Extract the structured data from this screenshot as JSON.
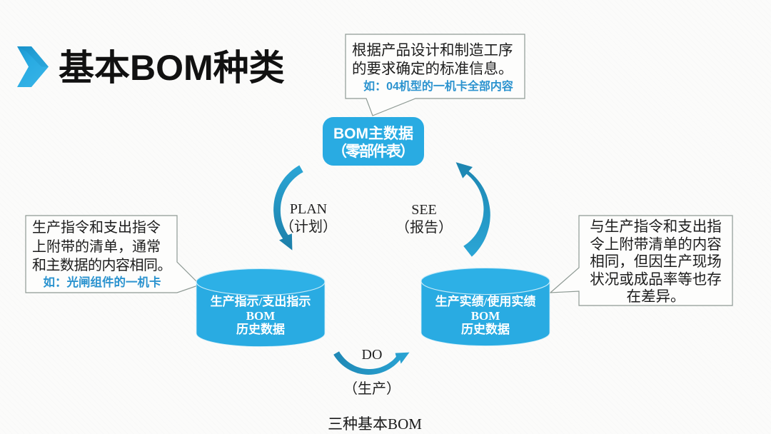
{
  "slide": {
    "title": "基本BOM种类",
    "caption": "三种基本BOM"
  },
  "colors": {
    "accent_blue": "#29abe2",
    "arrow_blue": "#2196c8",
    "callout_border": "#8e9a94",
    "example_text_blue": "#2b93cf",
    "text_black": "#1c1c1c"
  },
  "top_callout": {
    "line1": "根据产品设计和制造工序",
    "line2": "的要求确定的标准信息。",
    "example": "如：04机型的一机卡全部内容"
  },
  "master_box": {
    "line1": "BOM主数据",
    "line2": "（零部件表）"
  },
  "cycle": {
    "plan_en": "PLAN",
    "plan_zh": "（计划）",
    "see_en": "SEE",
    "see_zh": "（报告）",
    "do_en": "DO",
    "do_zh": "（生产）"
  },
  "left_cylinder": {
    "line1": "生产指示/支出指示",
    "line2": "BOM",
    "line3": "历史数据"
  },
  "right_cylinder": {
    "line1": "生产实绩/使用实绩",
    "line2": "BOM",
    "line3": "历史数据"
  },
  "left_callout": {
    "line1": "生产指令和支出指令",
    "line2": "上附带的清单，通常",
    "line3": "和主数据的内容相同。",
    "example": "如：光闸组件的一机卡"
  },
  "right_callout": {
    "line1": "与生产指令和支出指",
    "line2": "令上附带清单的内容",
    "line3": "相同，但因生产现场",
    "line4": "状况或成品率等也存",
    "line5": "在差异。"
  }
}
